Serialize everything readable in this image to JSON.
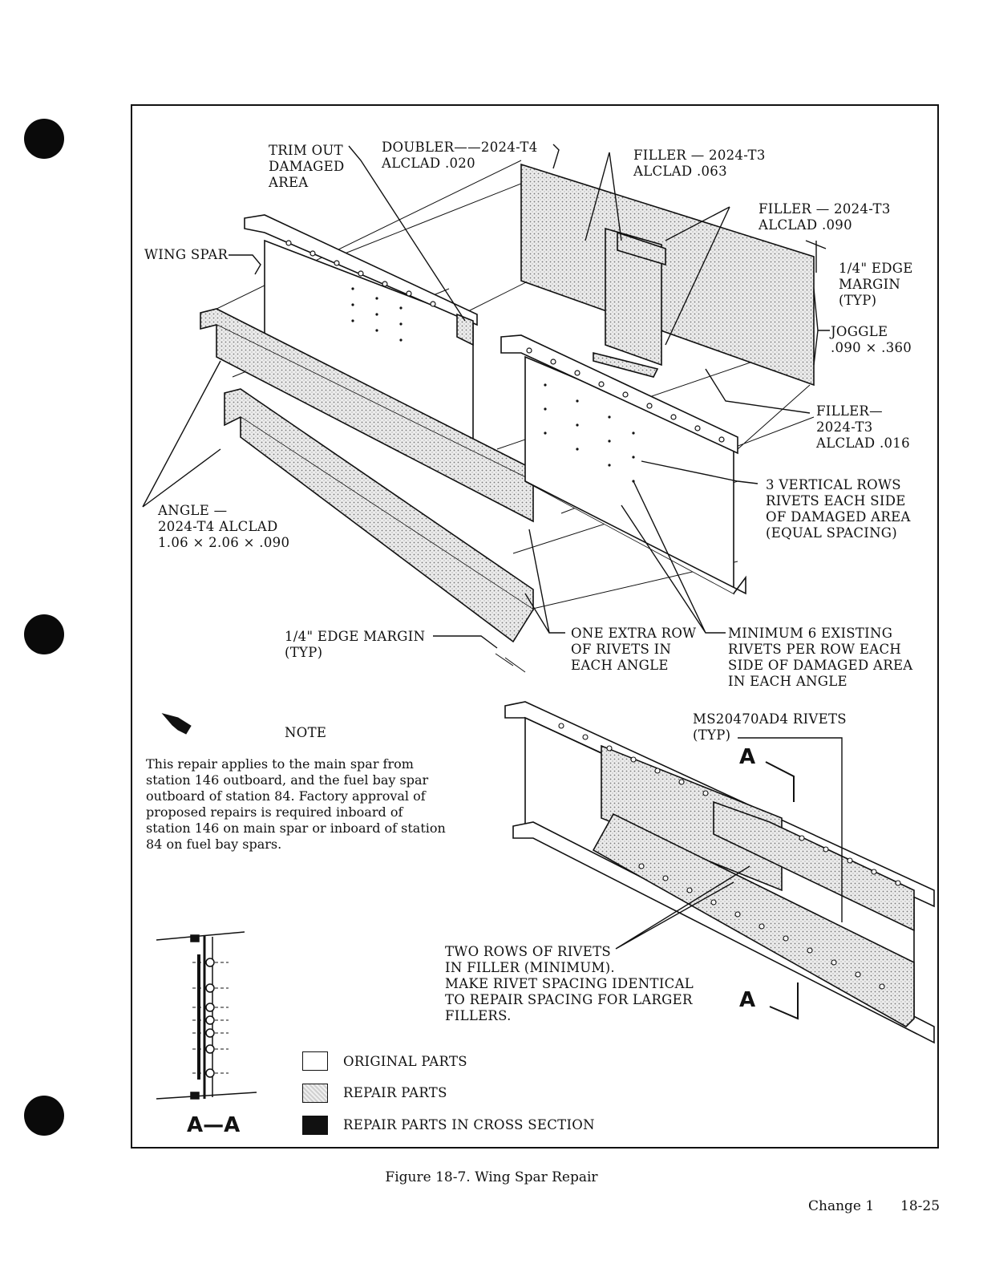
{
  "labels": {
    "trim_out": "TRIM OUT\nDAMAGED\nAREA",
    "doubler": "DOUBLER——2024-T4\nALCLAD .020",
    "filler_063": "FILLER — 2024-T3\nALCLAD .063",
    "filler_090": "FILLER — 2024-T3\nALCLAD .090",
    "wing_spar": "WING SPAR",
    "edge_margin_top": "1/4\" EDGE\nMARGIN\n(TYP)",
    "joggle": "JOGGLE\n.090 × .360",
    "filler_016": "FILLER—\n2024-T3\nALCLAD .016",
    "vertical_rows": "3 VERTICAL ROWS\nRIVETS EACH SIDE\nOF DAMAGED AREA\n(EQUAL SPACING)",
    "angle": "ANGLE —\n2024-T4 ALCLAD\n1.06 × 2.06 × .090",
    "edge_margin_bottom": "1/4\" EDGE MARGIN\n(TYP)",
    "extra_row": "ONE EXTRA ROW\nOF RIVETS IN\nEACH ANGLE",
    "min_rivets": "MINIMUM 6 EXISTING\nRIVETS PER ROW EACH\nSIDE OF DAMAGED AREA\nIN EACH ANGLE",
    "ms_rivets": "MS20470AD4 RIVETS\n(TYP)",
    "two_rows": "TWO ROWS OF RIVETS\nIN FILLER (MINIMUM).\nMAKE RIVET SPACING IDENTICAL\nTO REPAIR SPACING FOR LARGER\nFILLERS.",
    "section_a": "A",
    "section_aa": "A—A"
  },
  "note": {
    "title": "NOTE",
    "text": "This repair applies to the main spar from station 146 outboard, and the fuel bay spar outboard of station 84. Factory approval of proposed repairs is required inboard of station 146 on main spar or inboard of station 84 on fuel bay spars."
  },
  "legend": [
    {
      "label": "ORIGINAL PARTS",
      "fill": "#ffffff"
    },
    {
      "label": "REPAIR PARTS",
      "fill": "#d6d6d6"
    },
    {
      "label": "REPAIR PARTS IN CROSS SECTION",
      "fill": "#111111"
    }
  ],
  "caption": "Figure 18-7.  Wing Spar Repair",
  "footer": {
    "change": "Change 1",
    "page": "18-25"
  }
}
